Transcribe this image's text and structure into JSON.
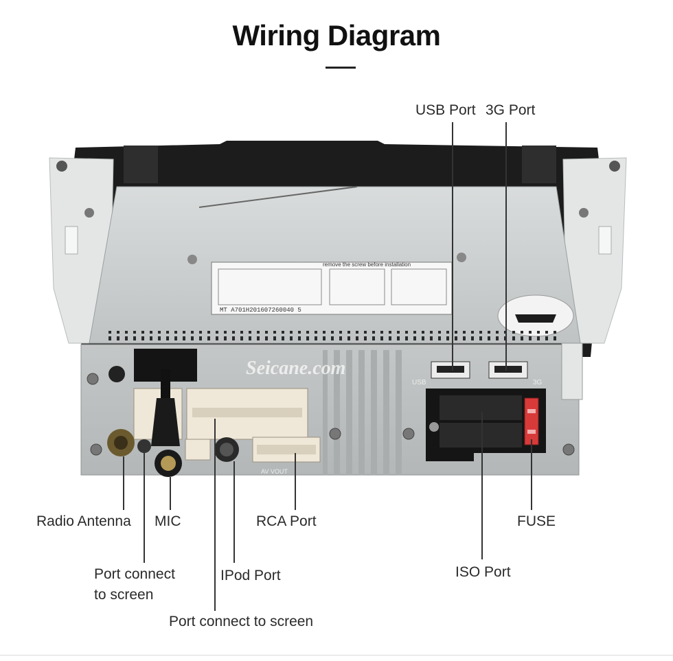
{
  "title": "Wiring Diagram",
  "watermark": "Seicane.com",
  "sticker": {
    "serial": "MT A701H201607260040 5",
    "heading": "remove the screw before installation"
  },
  "port_silkscreen": {
    "usb": "USB",
    "g3": "3G",
    "av": "AV VOUT"
  },
  "labels": {
    "usb_port": "USB Port",
    "g3_port": "3G Port",
    "radio_antenna": "Radio Antenna",
    "mic": "MIC",
    "rca_port": "RCA  Port",
    "fuse": "FUSE",
    "port_connect_screen_1a": "Port connect",
    "port_connect_screen_1b": "to screen",
    "ipod_port": "IPod  Port",
    "iso_port": "ISO Port",
    "port_connect_screen_2": "Port connect to screen"
  },
  "colors": {
    "chassis": "#c9cccc",
    "bracket": "#e4e6e6",
    "frame": "#1c1c1c",
    "connector": "#efe8d8",
    "fuse": "#d83a3a",
    "leader": "#333333"
  }
}
